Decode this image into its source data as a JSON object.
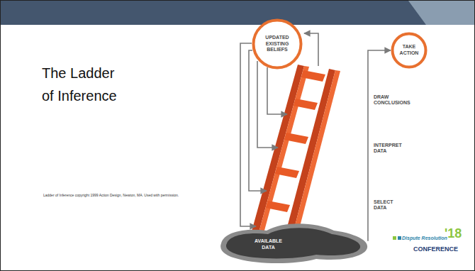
{
  "diagram": {
    "title": "The Ladder of Inference",
    "nodes": [
      {
        "text": [
          "UPDATED EXISTING BELIEFS"
        ]
      },
      {
        "text": [
          "TAKE ACTION"
        ]
      },
      {
        "text": [
          "AVAILABLE DATA"
        ]
      }
    ],
    "edges": [
      {
        "from": 2,
        "to": 1,
        "arrow": "to"
      }
    ],
    "labels": [
      "Ladder of Inference copyright 1999 Action Design, Newton, MA. Used with permission.",
      "DRAW CONCLUSIONS",
      "INTERPRET DATA",
      "SELECT DATA",
      "Dispute Resolution",
      "'18",
      "CONFERENCE"
    ]
  }
}
